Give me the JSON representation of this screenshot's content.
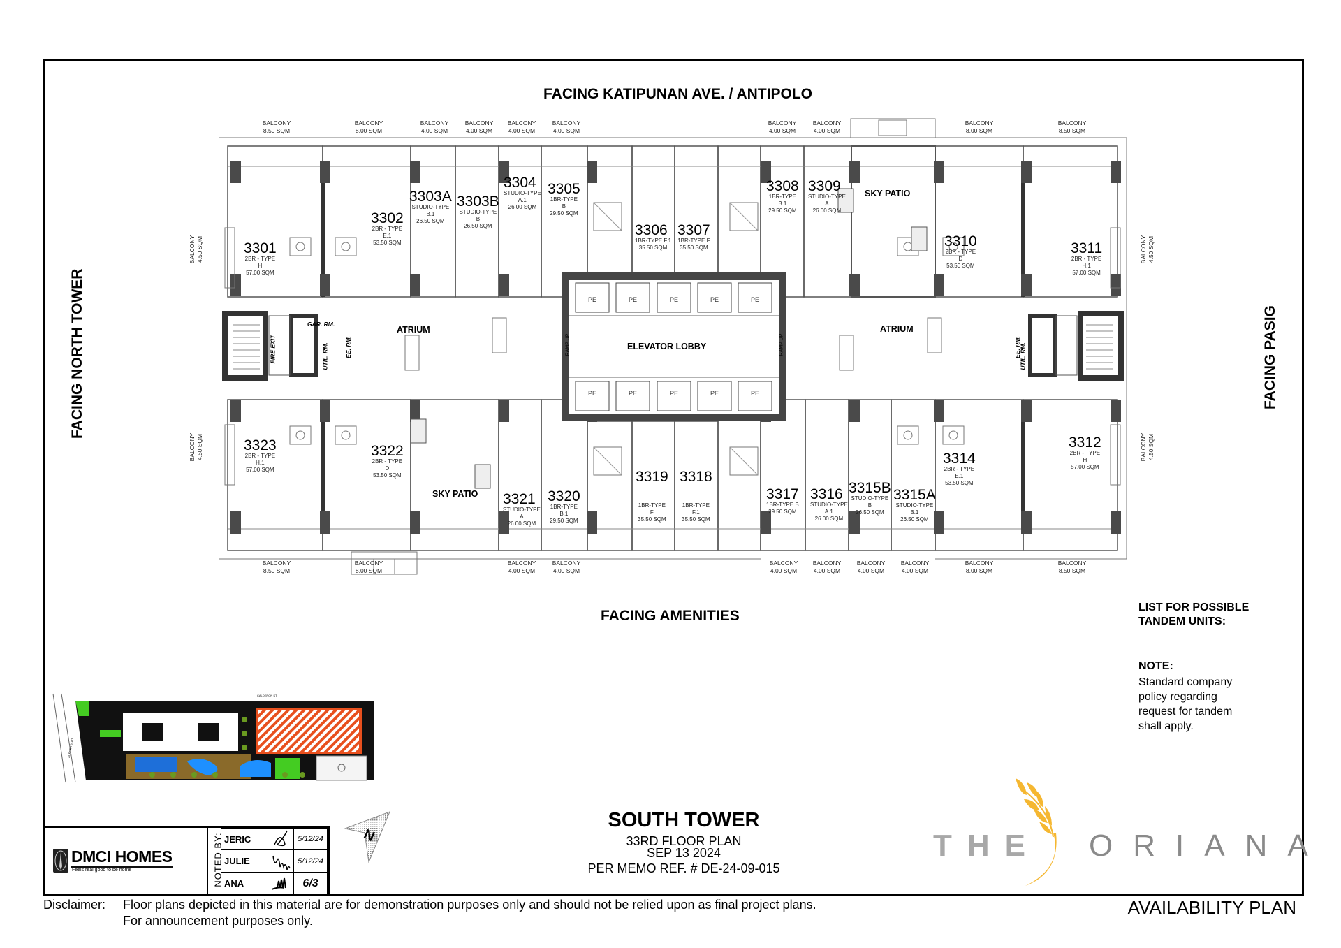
{
  "facing": {
    "top": "FACING KATIPUNAN AVE. / ANTIPOLO",
    "bottom": "FACING AMENITIES",
    "left": "FACING NORTH TOWER",
    "right": "FACING PASIG"
  },
  "units": {
    "u3301": {
      "number": "3301",
      "type": "2BR - TYPE",
      "variant": "H",
      "area": "57.00 SQM"
    },
    "u3302": {
      "number": "3302",
      "type": "2BR - TYPE",
      "variant": "E.1",
      "area": "53.50 SQM"
    },
    "u3303A": {
      "number": "3303A",
      "type": "STUDIO-TYPE",
      "variant": "B.1",
      "area": "26.50 SQM"
    },
    "u3303B": {
      "number": "3303B",
      "type": "STUDIO-TYPE",
      "variant": "B",
      "area": "26.50 SQM"
    },
    "u3304": {
      "number": "3304",
      "type": "STUDIO-TYPE",
      "variant": "A.1",
      "area": "26.00 SQM"
    },
    "u3305": {
      "number": "3305",
      "type": "1BR-TYPE",
      "variant": "B",
      "area": "29.50 SQM"
    },
    "u3306": {
      "number": "3306",
      "type": "1BR-TYPE F.1",
      "variant": "",
      "area": "35.50 SQM"
    },
    "u3307": {
      "number": "3307",
      "type": "1BR-TYPE F",
      "variant": "",
      "area": "35.50 SQM"
    },
    "u3308": {
      "number": "3308",
      "type": "1BR-TYPE",
      "variant": "B.1",
      "area": "29.50 SQM"
    },
    "u3309": {
      "number": "3309",
      "type": "STUDIO-TYPE",
      "variant": "A",
      "area": "26.00 SQM"
    },
    "u3310": {
      "number": "3310",
      "type": "2BR - TYPE",
      "variant": "D",
      "area": "53.50 SQM"
    },
    "u3311": {
      "number": "3311",
      "type": "2BR - TYPE",
      "variant": "H.1",
      "area": "57.00 SQM"
    },
    "u3312": {
      "number": "3312",
      "type": "2BR - TYPE",
      "variant": "H",
      "area": "57.00 SQM"
    },
    "u3314": {
      "number": "3314",
      "type": "2BR - TYPE",
      "variant": "E.1",
      "area": "53.50 SQM"
    },
    "u3315A": {
      "number": "3315A",
      "type": "STUDIO-TYPE",
      "variant": "B.1",
      "area": "26.50 SQM"
    },
    "u3315B": {
      "number": "3315B",
      "type": "STUDIO-TYPE",
      "variant": "B",
      "area": "26.50 SQM"
    },
    "u3316": {
      "number": "3316",
      "type": "STUDIO-TYPE",
      "variant": "A.1",
      "area": "26.00 SQM"
    },
    "u3317": {
      "number": "3317",
      "type": "1BR-TYPE B",
      "variant": "",
      "area": "29.50 SQM"
    },
    "u3318": {
      "number": "3318",
      "type": "1BR-TYPE",
      "variant": "F.1",
      "area": "35.50 SQM"
    },
    "u3319": {
      "number": "3319",
      "type": "1BR-TYPE",
      "variant": "F",
      "area": "35.50 SQM"
    },
    "u3320": {
      "number": "3320",
      "type": "1BR-TYPE",
      "variant": "B.1",
      "area": "29.50 SQM"
    },
    "u3321": {
      "number": "3321",
      "type": "STUDIO-TYPE",
      "variant": "A",
      "area": "26.00 SQM"
    },
    "u3322": {
      "number": "3322",
      "type": "2BR - TYPE",
      "variant": "D",
      "area": "53.50 SQM"
    },
    "u3323": {
      "number": "3323",
      "type": "2BR - TYPE",
      "variant": "H.1",
      "area": "57.00 SQM"
    }
  },
  "balcony_label": "BALCONY",
  "balconies_top": [
    "8.50 SQM",
    "8.00 SQM",
    "4.00 SQM",
    "4.00 SQM",
    "4.00 SQM",
    "4.00 SQM",
    "4.00 SQM",
    "4.00 SQM",
    "8.00 SQM",
    "8.50 SQM"
  ],
  "balconies_bottom": [
    "8.50 SQM",
    "8.00 SQM",
    "4.00 SQM",
    "4.00 SQM",
    "4.00 SQM",
    "4.00 SQM",
    "4.00 SQM",
    "4.00 SQM",
    "8.00 SQM",
    "8.50 SQM"
  ],
  "balconies_side": [
    "4.50 SQM",
    "4.50 SQM",
    "4.50 SQM",
    "4.50 SQM"
  ],
  "rooms": {
    "atrium": "ATRIUM",
    "elevator_lobby": "ELEVATOR LOBBY",
    "sky_patio": "SKY PATIO",
    "elevator": "PE",
    "fire_exit": "FIRE EXIT",
    "garbage_room": "GAR. RM.",
    "utility_room": "UTIL. RM.",
    "ee_room": "EE. RM.",
    "ramp_up": "RAMP UP"
  },
  "site_plan": {
    "street_top": "CALDERON ST.",
    "street_left": "AURORA BLVD."
  },
  "tandem": {
    "heading": "LIST FOR POSSIBLE TANDEM UNITS:",
    "note_label": "NOTE:",
    "note_text": "Standard company policy regarding request for tandem shall apply."
  },
  "title_block": {
    "company": "DMCI HOMES",
    "tagline": "Feels real good to be home",
    "noted_by_label": "NOTED BY:",
    "signatories": [
      {
        "name": "JERIC",
        "date": "5/12/24"
      },
      {
        "name": "JULIE",
        "date": "5/12/24"
      },
      {
        "name": "ANA",
        "date": "6/3"
      }
    ]
  },
  "north_label": "N",
  "tower": {
    "name": "SOUTH TOWER",
    "floor": "33RD FLOOR PLAN",
    "date": "SEP 13 2024",
    "memo": "PER MEMO REF. # DE-24-09-015"
  },
  "brand": {
    "logo_text_1": "THE",
    "logo_text_2": "ORIANA",
    "gold": "#F5B731",
    "gray": "#8a8a8a"
  },
  "plan_type": "AVAILABILITY PLAN",
  "disclaimer": {
    "label": "Disclaimer:",
    "line1": "Floor plans depicted in this material are for demonstration purposes only and should not be relied upon as final project plans.",
    "line2": "For announcement purposes only."
  }
}
